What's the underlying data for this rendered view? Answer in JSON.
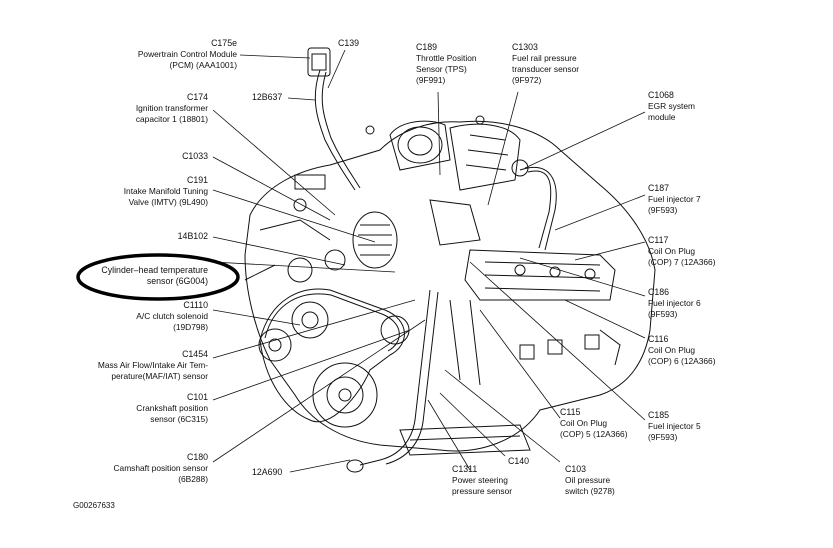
{
  "figure_id": "G00267633",
  "labels": {
    "c175e": {
      "code": "C175e",
      "desc": "Powertrain Control Module\n(PCM) (AAA1001)"
    },
    "c139": {
      "code": "C139",
      "desc": ""
    },
    "c189": {
      "code": "C189",
      "desc": "Throttle Position\nSensor (TPS)\n(9F991)"
    },
    "c1303": {
      "code": "C1303",
      "desc": "Fuel rail pressure\ntransducer sensor\n(9F972)"
    },
    "c1068": {
      "code": "C1068",
      "desc": "EGR system\nmodule"
    },
    "c174": {
      "code": "C174",
      "desc": "Ignition transformer\ncapacitor 1 (18801)"
    },
    "b637": {
      "code": "12B637",
      "desc": ""
    },
    "c1033": {
      "code": "C1033",
      "desc": ""
    },
    "c191": {
      "code": "C191",
      "desc": "Intake Manifold Tuning\nValve (IMTV) (9L490)"
    },
    "c187": {
      "code": "C187",
      "desc": "Fuel injector 7\n(9F593)"
    },
    "b102": {
      "code": "14B102",
      "desc": ""
    },
    "c117": {
      "code": "C117",
      "desc": "Coil On Plug\n(COP) 7 (12A366)"
    },
    "cht": {
      "code": "",
      "desc": "Cylinder–head temperature\nsensor (6G004)"
    },
    "c186": {
      "code": "C186",
      "desc": "Fuel injector 6\n(9F593)"
    },
    "c1110": {
      "code": "C1110",
      "desc": "A/C clutch solenoid\n(19D798)"
    },
    "c116": {
      "code": "C116",
      "desc": "Coil On Plug\n(COP) 6 (12A366)"
    },
    "c1454": {
      "code": "C1454",
      "desc": "Mass Air Flow/Intake Air Tem-\nperature(MAF/IAT) sensor"
    },
    "c101": {
      "code": "C101",
      "desc": "Crankshaft position\nsensor (6C315)"
    },
    "c115": {
      "code": "C115",
      "desc": "Coil On Plug\n(COP) 5 (12A366)"
    },
    "c185": {
      "code": "C185",
      "desc": "Fuel injector 5\n(9F593)"
    },
    "c180": {
      "code": "C180",
      "desc": "Camshaft position sensor\n(6B288)"
    },
    "a690": {
      "code": "12A690",
      "desc": ""
    },
    "c1311": {
      "code": "C1311",
      "desc": "Power steering\npressure sensor"
    },
    "c140": {
      "code": "C140",
      "desc": ""
    },
    "c103": {
      "code": "C103",
      "desc": "Oil pressure\nswitch (9278)"
    }
  },
  "colors": {
    "ink": "#111111",
    "background": "#ffffff",
    "highlight_ellipse": "#000000"
  }
}
